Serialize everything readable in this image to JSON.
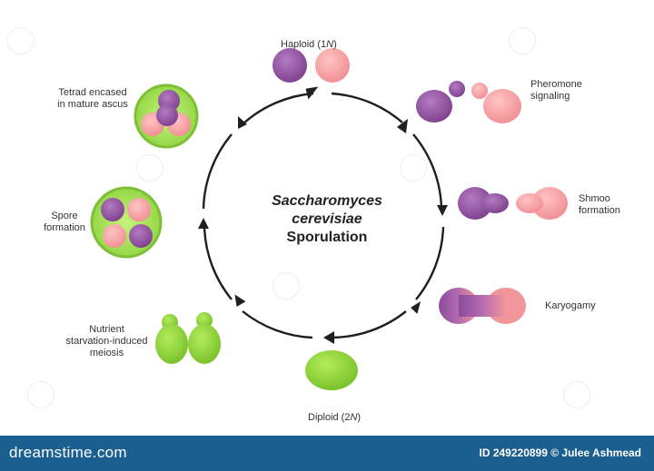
{
  "diagram": {
    "title_line1": "Saccharomyces",
    "title_line2": "cerevisiae",
    "title_line3": "Sporulation",
    "stages": {
      "haploid": {
        "prefix": "Haploid (1",
        "italic": "N",
        "suffix": ")"
      },
      "pheromone": "Pheromone\nsignaling",
      "shmoo": "Shmoo\nformation",
      "karyogamy": "Karyogamy",
      "diploid": {
        "prefix": "Diploid (2",
        "italic": "N",
        "suffix": ")"
      },
      "meiosis": "Nutrient\nstarvation-induced\nmeiosis",
      "spore": "Spore\nformation",
      "tetrad": "Tetrad encased\nin mature ascus"
    }
  },
  "colors": {
    "purple": "#9b59a8",
    "pink": "#f4a5a8",
    "green": "#8fd43a",
    "dark_green": "#6fae2a",
    "arrow": "#1f1f1f",
    "footer": "#1a5f8f"
  },
  "footer": {
    "brand": "dreamstime.com",
    "credit": "ID 249220899 © Julee Ashmead"
  }
}
